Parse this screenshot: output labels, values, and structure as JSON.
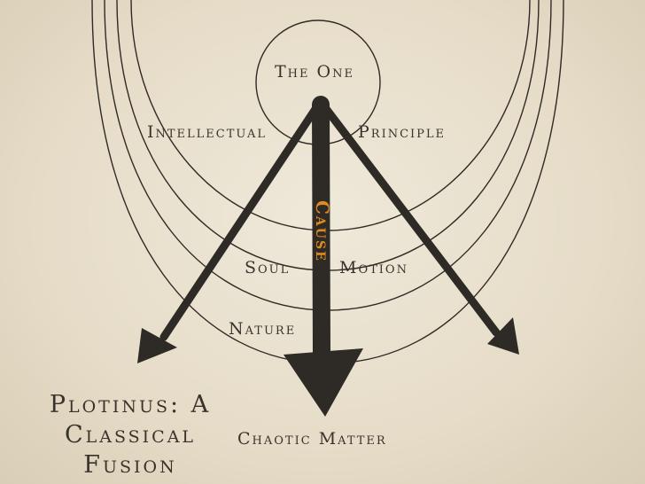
{
  "diagram": {
    "labels": {
      "the_one": "The One",
      "intellectual": "Intellectual",
      "principle": "Principle",
      "cause": "Cause",
      "soul": "Soul",
      "motion": "Motion",
      "nature": "Nature",
      "chaotic_matter": "Chaotic Matter"
    },
    "title": "Plotinus: A Classical Fusion",
    "colors": {
      "background": "#e8dfcc",
      "ink": "#3a332c",
      "cause": "#e08a1e"
    }
  }
}
